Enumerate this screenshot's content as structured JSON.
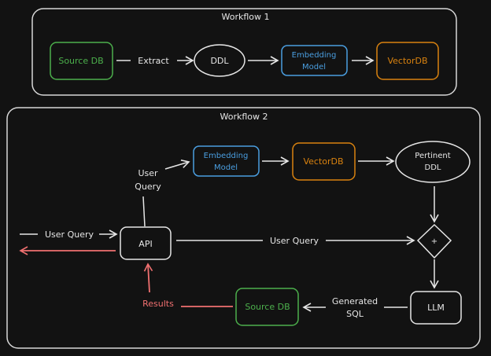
{
  "colors": {
    "background": "#121212",
    "stroke": "#e6e6e6",
    "green": "#4cb04c",
    "blue": "#4a9ee0",
    "orange": "#d9820f",
    "red": "#f07070"
  },
  "workflow1": {
    "title": "Workflow 1",
    "source_db": "Source DB",
    "extract_label": "Extract",
    "ddl": "DDL",
    "embedding_line1": "Embedding",
    "embedding_line2": "Model",
    "vectordb": "VectorDB"
  },
  "workflow2": {
    "title": "Workflow 2",
    "embedding_line1": "Embedding",
    "embedding_line2": "Model",
    "vectordb": "VectorDB",
    "pertinent_line1": "Pertinent",
    "pertinent_line2": "DDL",
    "user_query_up_line1": "User",
    "user_query_up_line2": "Query",
    "user_query_in": "User Query",
    "api": "API",
    "user_query_mid": "User Query",
    "combine": "+",
    "llm": "LLM",
    "generated_line1": "Generated",
    "generated_line2": "SQL",
    "source_db": "Source DB",
    "results": "Results"
  }
}
